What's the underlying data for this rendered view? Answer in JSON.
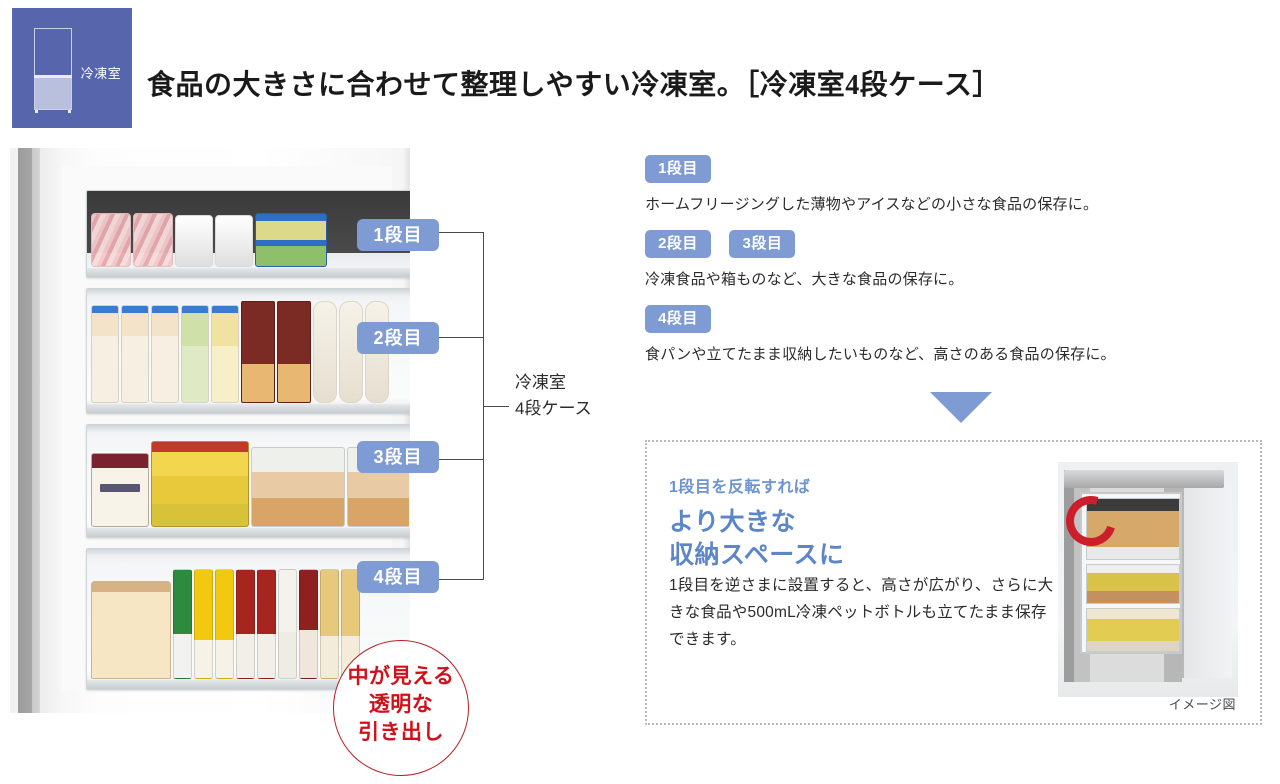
{
  "header": {
    "badge_icon": "freezer-compartment-pictogram",
    "badge_label": "冷凍室",
    "title": "食品の大きさに合わせて整理しやすい冷凍室。［冷凍室4段ケース］",
    "badge_color": "#5765ad"
  },
  "photo": {
    "alt": "冷凍室4段ケースの引き出し写真",
    "tier_badges": [
      {
        "label": "1段目"
      },
      {
        "label": "2段目"
      },
      {
        "label": "3段目"
      },
      {
        "label": "4段目"
      }
    ],
    "bracket_label_line1": "冷凍室",
    "bracket_label_line2": "4段ケース",
    "seal": {
      "line1": "中が見える",
      "line2": "透明な",
      "line3": "引き出し",
      "color": "#d2101a"
    }
  },
  "specs": [
    {
      "badges": [
        "1段目"
      ],
      "description": "ホームフリージングした薄物やアイスなどの小さな食品の保存に。"
    },
    {
      "badges": [
        "2段目",
        "3段目"
      ],
      "description": "冷凍食品や箱ものなど、大きな食品の保存に。"
    },
    {
      "badges": [
        "4段目"
      ],
      "description": "食パンや立てたまま収納したいものなど、高さのある食品の保存に。"
    }
  ],
  "arrow": {
    "icon": "down-triangle-icon",
    "color": "#7f9bd4"
  },
  "flip_panel": {
    "eyebrow": "1段目を反転すれば",
    "headline_line1": "より大きな",
    "headline_line2": "収納スペースに",
    "body": "1段目を逆さまに設置すると、高さが広がり、さらに大きな食品や500mL冷凍ペットボトルも立てたまま保存できます。",
    "photo_alt": "1段目を反転した冷凍室の写真",
    "photo_caption": "イメージ図",
    "accent_color": "#5c86c8"
  },
  "theme": {
    "badge_blue": "#7f9bd4",
    "header_blue": "#5765ad",
    "text_dark": "#2b2b2b"
  }
}
